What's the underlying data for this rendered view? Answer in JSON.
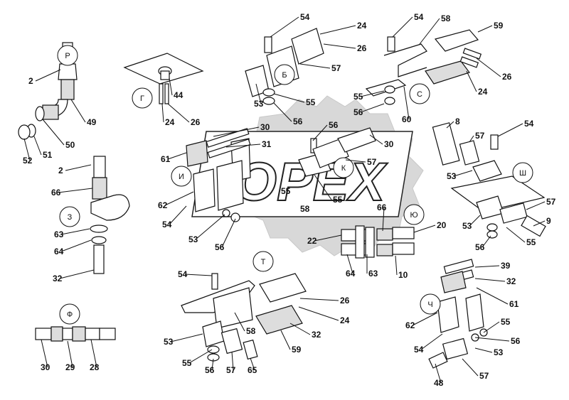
{
  "watermark": {
    "text": "OPEX"
  },
  "groups": [
    {
      "id": "p",
      "letter": "Р"
    },
    {
      "id": "g",
      "letter": "Г"
    },
    {
      "id": "b",
      "letter": "Б"
    },
    {
      "id": "s",
      "letter": "С"
    },
    {
      "id": "z",
      "letter": "З"
    },
    {
      "id": "i",
      "letter": "И"
    },
    {
      "id": "k",
      "letter": "К"
    },
    {
      "id": "sh",
      "letter": "Ш"
    },
    {
      "id": "yu",
      "letter": "Ю"
    },
    {
      "id": "t",
      "letter": "Т"
    },
    {
      "id": "f",
      "letter": "Ф"
    },
    {
      "id": "ch",
      "letter": "Ч"
    }
  ],
  "labels": [
    "2",
    "49",
    "52",
    "51",
    "50",
    "24",
    "26",
    "44",
    "54",
    "24",
    "26",
    "57",
    "53",
    "55",
    "56",
    "54",
    "58",
    "59",
    "26",
    "24",
    "55",
    "56",
    "60",
    "2",
    "66",
    "63",
    "64",
    "32",
    "30",
    "31",
    "61",
    "62",
    "54",
    "53",
    "56",
    "55",
    "58",
    "56",
    "30",
    "57",
    "55",
    "8",
    "57",
    "54",
    "53",
    "57",
    "9",
    "53",
    "55",
    "56",
    "66",
    "20",
    "22",
    "64",
    "63",
    "10",
    "54",
    "26",
    "24",
    "32",
    "59",
    "53",
    "58",
    "55",
    "56",
    "57",
    "65",
    "30",
    "29",
    "28",
    "39",
    "32",
    "61",
    "62",
    "55",
    "56",
    "54",
    "53",
    "57",
    "48"
  ]
}
